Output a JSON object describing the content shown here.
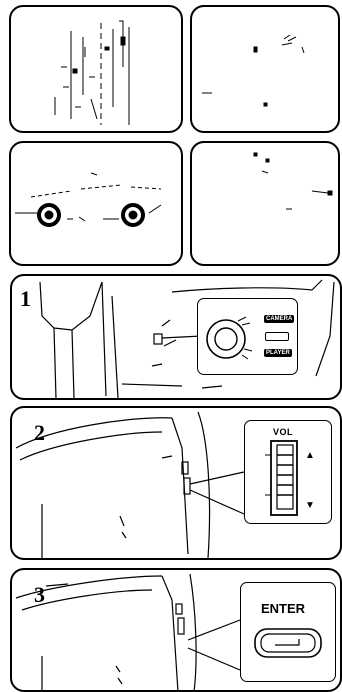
{
  "steps": [
    {
      "number": "1"
    },
    {
      "number": "2"
    },
    {
      "number": "3"
    }
  ],
  "step1_callout": {
    "mode_labels": [
      "CAMERA",
      "",
      "PLAYER"
    ],
    "control_icon": "mode-dial-icon"
  },
  "step2_callout": {
    "volume_label": "VOL",
    "up_arrow": "▲",
    "down_arrow": "▼",
    "control_icon": "volume-rocker-icon"
  },
  "step3_callout": {
    "button_label": "ENTER",
    "control_icon": "enter-button-icon"
  },
  "colors": {
    "ink": "#000000",
    "paper": "#ffffff"
  }
}
